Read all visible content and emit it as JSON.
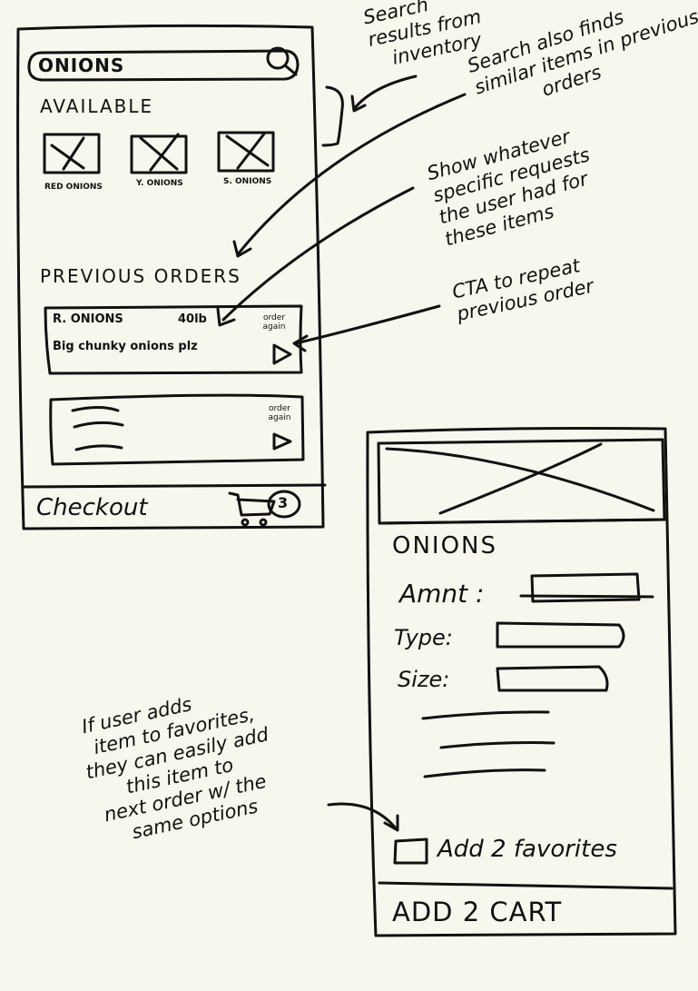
{
  "screen1": {
    "search_value": "ONIONS",
    "available_heading": "AVAILABLE",
    "available_items": [
      "RED ONIONS",
      "Y. ONIONS",
      "S. ONIONS"
    ],
    "previous_heading": "PREVIOUS ORDERS",
    "orders": [
      {
        "item": "R. ONIONS",
        "qty": "40lb",
        "note": "Big chunky onions plz",
        "cta": "order again"
      },
      {
        "cta": "order again"
      }
    ],
    "checkout_label": "Checkout",
    "cart_count": "3"
  },
  "screen2": {
    "title": "ONIONS",
    "amt_label": "Amnt :",
    "type_label": "Type:",
    "size_label": "Size:",
    "favorites_label": "Add 2 favorites",
    "cart_button": "ADD 2 CART"
  },
  "annotations": {
    "search_results": [
      "Search",
      "results from",
      "inventory"
    ],
    "similar_items": [
      "Search also finds",
      "similar items in previous",
      "orders"
    ],
    "specific_requests": [
      "Show whatever",
      "specific requests",
      "the user had for",
      "these items"
    ],
    "repeat_cta": [
      "CTA to repeat",
      "previous order"
    ],
    "favorites": [
      "If user adds",
      "item to favorites,",
      "they can easily add",
      "this item to",
      "next order w/ the",
      "same options"
    ]
  }
}
